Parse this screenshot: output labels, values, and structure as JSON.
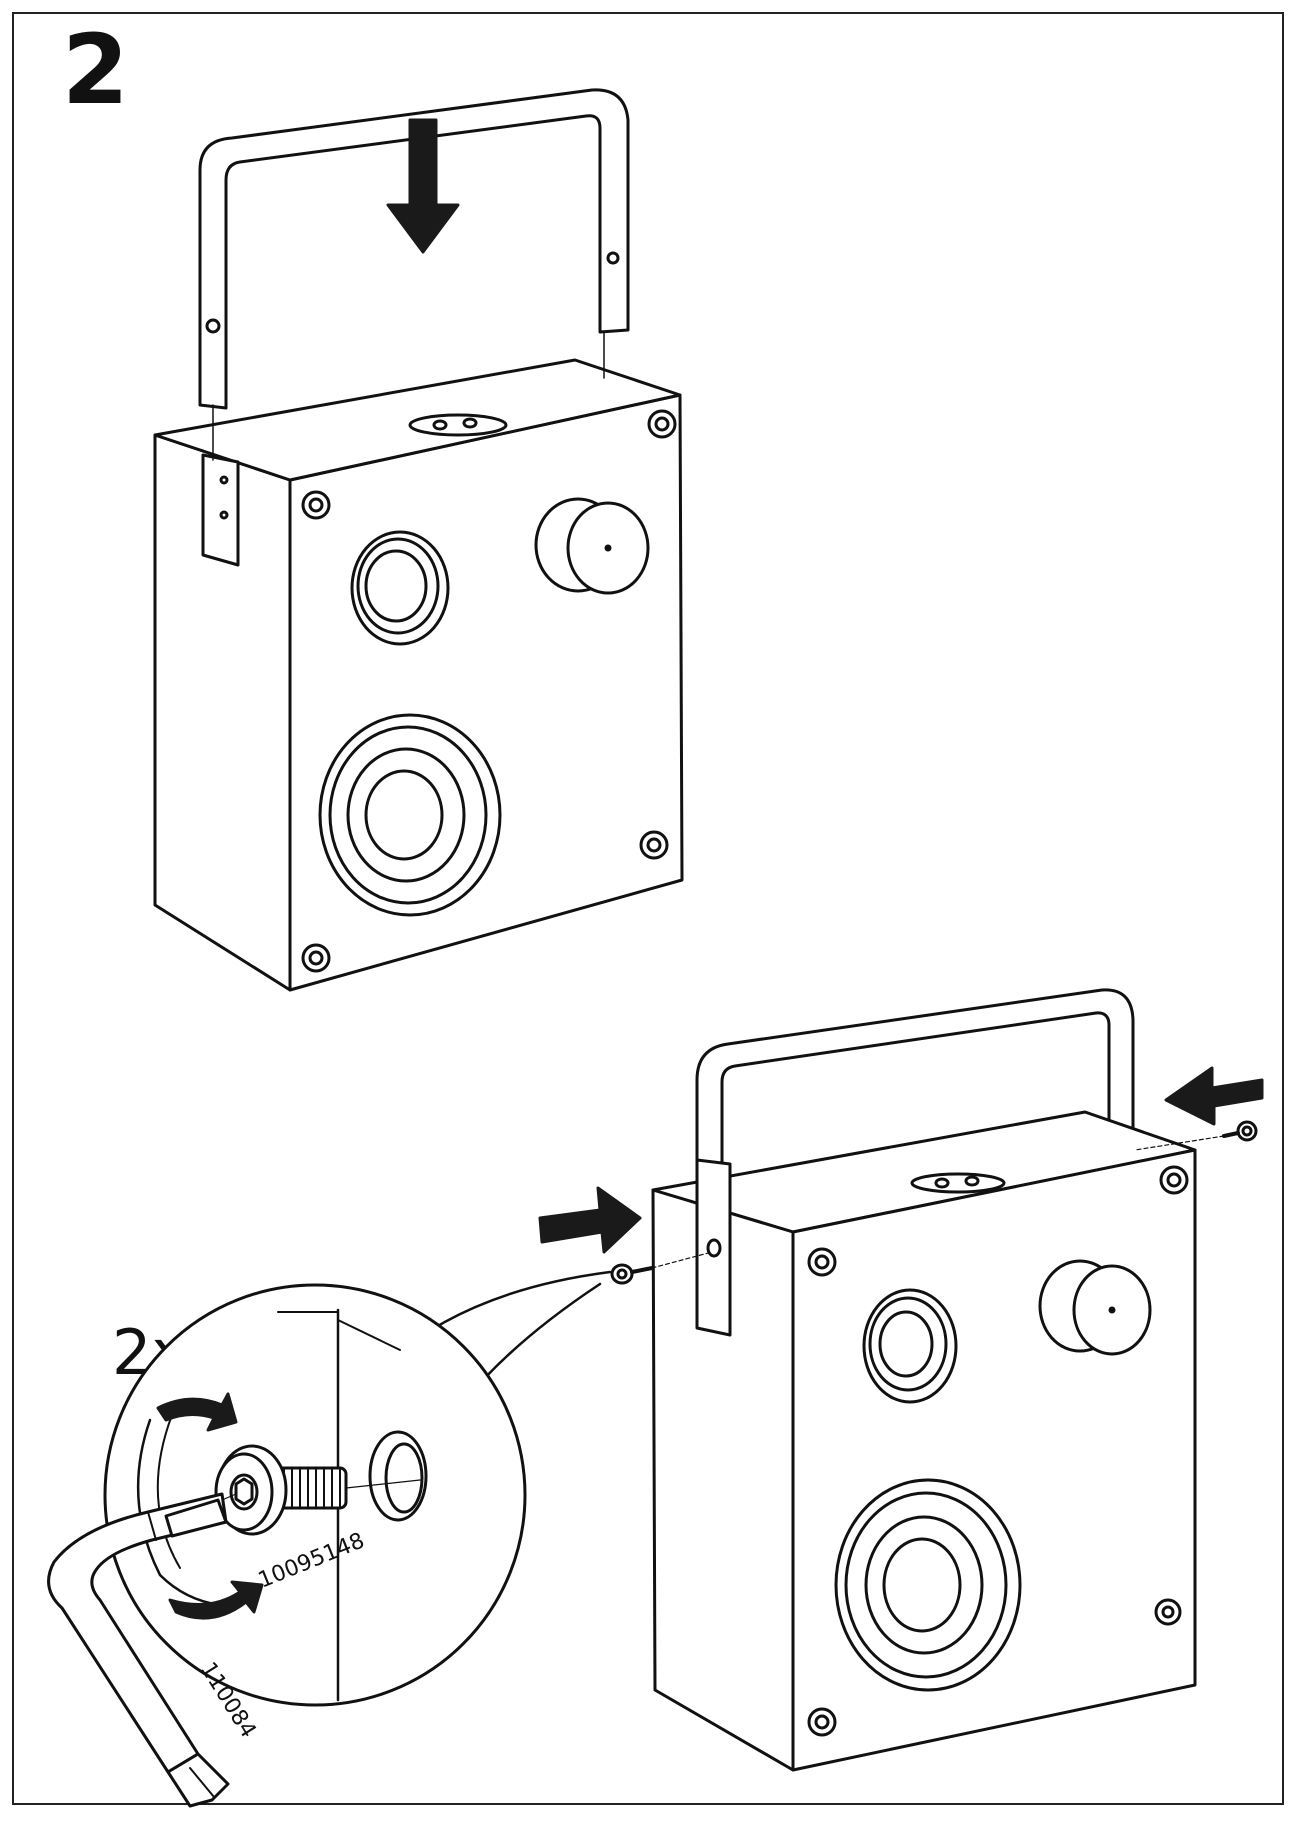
{
  "step_number": "2",
  "quantity": "2x",
  "parts": {
    "screw_id": "10095148",
    "allen_key_id": "110084"
  },
  "icons": [
    "down-arrow-icon",
    "right-arrow-icon",
    "left-arrow-icon",
    "rotate-arrow-icon"
  ],
  "colors": {
    "line": "#111111",
    "fill": "#ffffff",
    "arrow": "#1a1a1a"
  }
}
